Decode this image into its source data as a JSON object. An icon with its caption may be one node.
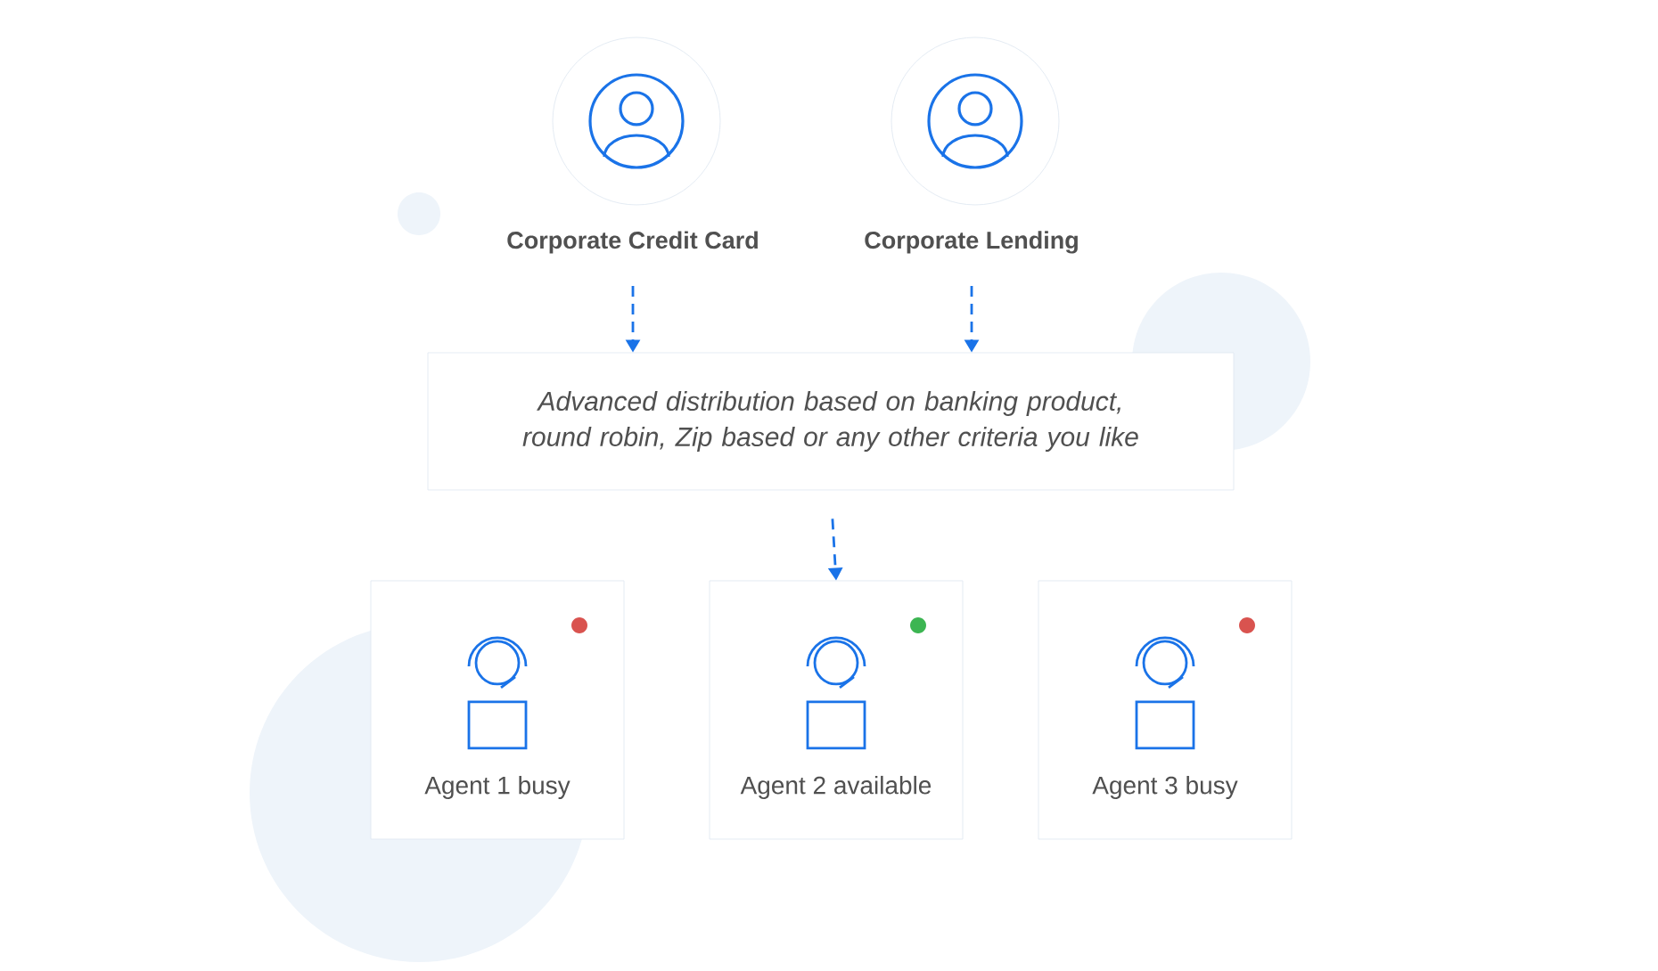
{
  "diagram": {
    "nodes": [
      {
        "text": [
          "Corporate Credit Card"
        ]
      },
      {
        "text": [
          "Corporate Lending"
        ]
      },
      {
        "text": [
          "Advanced distribution based on banking product, round robin, Zip based or any other criteria you like"
        ]
      },
      {
        "text": [
          "Agent 1 busy"
        ]
      },
      {
        "text": [
          "Agent 2 available"
        ]
      },
      {
        "text": [
          "Agent 3 busy"
        ]
      }
    ],
    "edges": [
      {
        "from": 0,
        "to": 2,
        "arrow": "to",
        "style": "dashed"
      },
      {
        "from": 1,
        "to": 2,
        "arrow": "to",
        "style": "dashed"
      },
      {
        "from": 2,
        "to": 4,
        "arrow": "to",
        "style": "dashed"
      }
    ]
  }
}
